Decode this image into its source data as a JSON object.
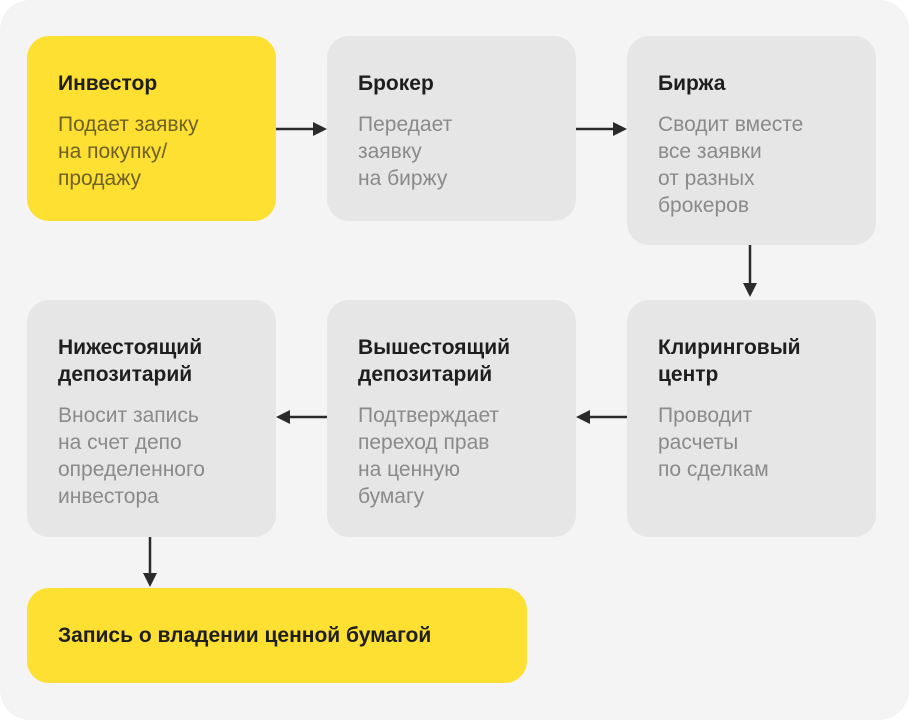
{
  "boxes": {
    "investor": {
      "title": "Инвестор",
      "desc": "Подает заявку\nна покупку/\nпродажу"
    },
    "broker": {
      "title": "Брокер",
      "desc": "Передает\nзаявку\nна биржу"
    },
    "exchange": {
      "title": "Биржа",
      "desc": "Сводит вместе\nвсе заявки\nот разных\nброкеров"
    },
    "clearing": {
      "title": "Клиринговый\nцентр",
      "desc": "Проводит\nрасчеты\nпо сделкам"
    },
    "upper_depository": {
      "title": "Вышестоящий\nдепозитарий",
      "desc": "Подтверждает\nпереход прав\nна ценную\nбумагу"
    },
    "lower_depository": {
      "title": "Нижестоящий\nдепозитарий",
      "desc": "Вносит запись\nна счет депо\nопределенного\nинвестора"
    }
  },
  "final": {
    "title": "Запись о владении ценной бумагой"
  },
  "colors": {
    "background": "#f4f4f4",
    "box_gray": "#e6e6e6",
    "box_yellow": "#fde031",
    "arrow": "#2b2b2b",
    "title_text": "#1e1e1e",
    "desc_text": "#8a8a8a"
  }
}
